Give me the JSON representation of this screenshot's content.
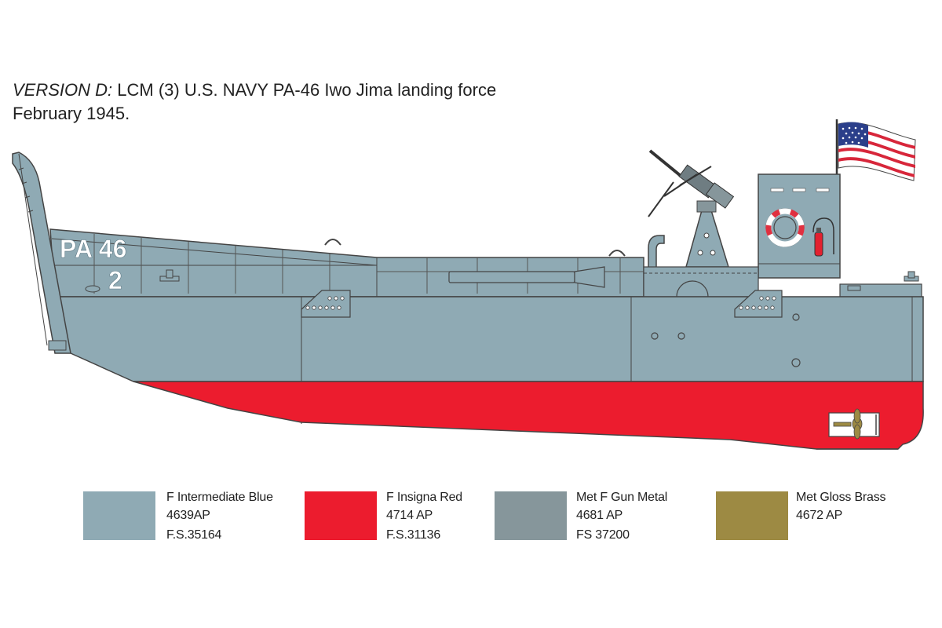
{
  "caption": {
    "version_label": "VERSION D:",
    "line1_rest": " LCM (3) U.S. NAVY PA-46 Iwo Jima landing force",
    "line2": "February 1945."
  },
  "hull_markings": {
    "bow_code": "PA 46",
    "craft_number": "2"
  },
  "colors": {
    "hull_blue": "#8faab4",
    "insignia_red": "#ec1c2e",
    "gun_metal": "#86969b",
    "gloss_brass": "#9d8a43"
  },
  "swatches": [
    {
      "name": "F Intermediate Blue",
      "code": "4639AP",
      "fs": "F.S.35164",
      "color": "#8faab4"
    },
    {
      "name": "F Insigna Red",
      "code": "4714 AP",
      "fs": "F.S.31136",
      "color": "#ec1c2e"
    },
    {
      "name": "Met F Gun Metal",
      "code": "4681 AP",
      "fs": "FS 37200",
      "color": "#86969b"
    },
    {
      "name": "Met Gloss Brass",
      "code": "4672 AP",
      "fs": "",
      "color": "#9d8a43"
    }
  ]
}
